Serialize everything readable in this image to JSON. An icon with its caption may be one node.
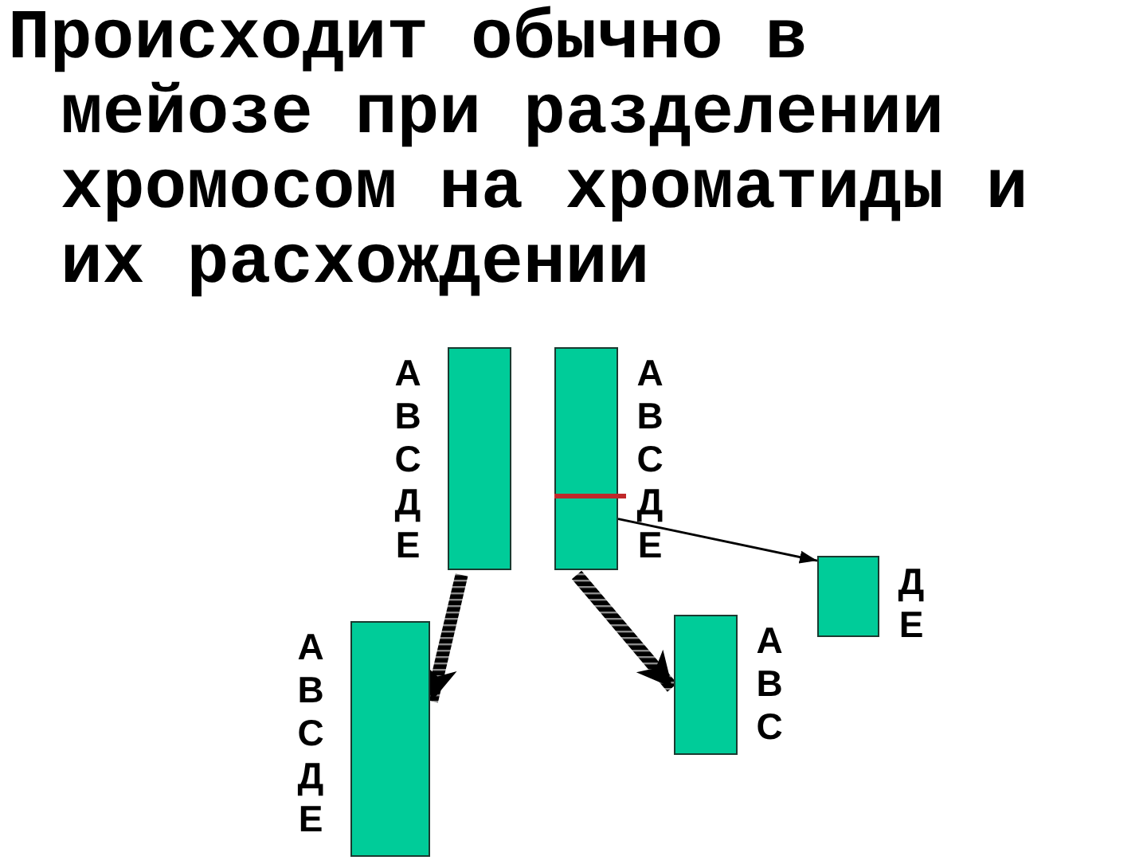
{
  "diagram": {
    "title": "Происходит обычно в мейозе при разделении хромосом на хроматиды и их расхождении",
    "nodes": [
      {
        "text": [],
        "shape": "bar",
        "beside": [
          "А В С Д Е"
        ]
      },
      {
        "text": [],
        "shape": "bar",
        "beside": [
          "А В С Д Е"
        ]
      },
      {
        "text": [],
        "shape": "bar",
        "beside": [
          "А В С Д Е"
        ]
      },
      {
        "text": [],
        "shape": "bar",
        "beside": [
          "А В С"
        ]
      },
      {
        "text": [],
        "shape": "bar",
        "beside": [
          "Д Е"
        ]
      }
    ],
    "edges": [
      {
        "from": 0,
        "to": 2,
        "arrow": "to",
        "style": "thick"
      },
      {
        "from": 1,
        "to": 3,
        "arrow": "to",
        "style": "thick"
      },
      {
        "from": 1,
        "to": 4,
        "arrow": "to"
      }
    ]
  }
}
